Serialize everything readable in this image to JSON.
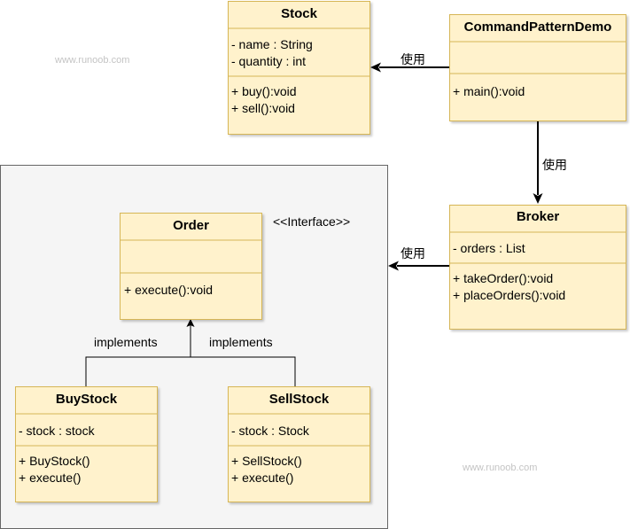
{
  "colors": {
    "class_fill": "#fff2cc",
    "class_stroke": "#d6b656",
    "group_fill": "#f5f5f5",
    "group_stroke": "#666666"
  },
  "watermarks": [
    "www.runoob.com",
    "www.runoob.com"
  ],
  "stereotype": "<<Interface>>",
  "edge_labels": {
    "demo_to_stock": "使用",
    "demo_to_broker": "使用",
    "broker_to_group": "使用",
    "buystock_impl": "implements",
    "sellstock_impl": "implements"
  },
  "classes": {
    "stock": {
      "title": "Stock",
      "attributes": [
        "- name : String",
        "- quantity : int"
      ],
      "methods": [
        "+ buy():void",
        "+ sell():void"
      ]
    },
    "demo": {
      "title": "CommandPatternDemo",
      "attributes": [],
      "methods": [
        "+ main():void"
      ]
    },
    "broker": {
      "title": "Broker",
      "attributes": [
        "- orders : List"
      ],
      "methods": [
        "+ takeOrder():void",
        "+ placeOrders():void"
      ]
    },
    "order": {
      "title": "Order",
      "attributes": [],
      "methods": [
        "+ execute():void"
      ]
    },
    "buystock": {
      "title": "BuyStock",
      "attributes": [
        "- stock : stock"
      ],
      "methods": [
        "+ BuyStock()",
        "+ execute()"
      ]
    },
    "sellstock": {
      "title": "SellStock",
      "attributes": [
        "- stock : Stock"
      ],
      "methods": [
        "+ SellStock()",
        "+ execute()"
      ]
    }
  }
}
